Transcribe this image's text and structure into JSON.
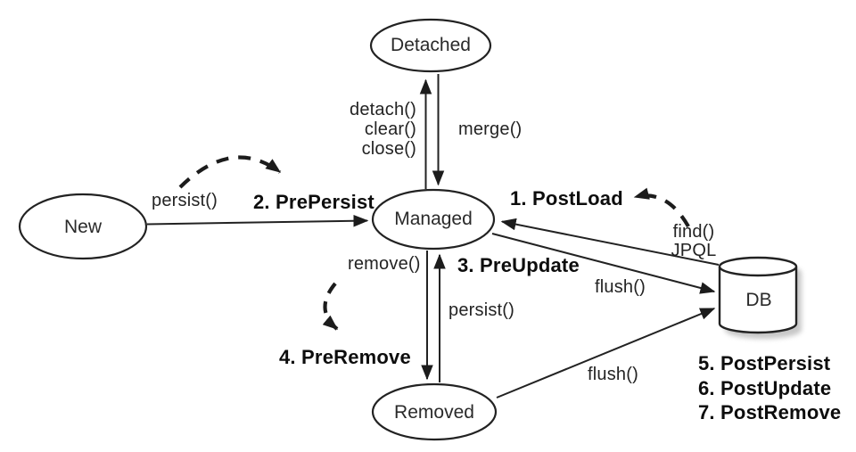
{
  "colors": {
    "ink": "#222222",
    "background": "#ffffff"
  },
  "states": {
    "new": "New",
    "detached": "Detached",
    "managed": "Managed",
    "removed": "Removed",
    "db": "DB"
  },
  "methods": {
    "persist_from_new": "persist()",
    "detach": "detach()",
    "clear": "clear()",
    "close": "close()",
    "merge": "merge()",
    "find": "find()",
    "jpql": "JPQL",
    "remove": "remove()",
    "flush_managed": "flush()",
    "persist_from_removed": "persist()",
    "flush_removed": "flush()"
  },
  "callbacks": {
    "post_load": "1. PostLoad",
    "pre_persist": "2. PrePersist",
    "pre_update": "3. PreUpdate",
    "pre_remove": "4. PreRemove",
    "post_persist": "5. PostPersist",
    "post_update": "6. PostUpdate",
    "post_remove": "7. PostRemove"
  }
}
